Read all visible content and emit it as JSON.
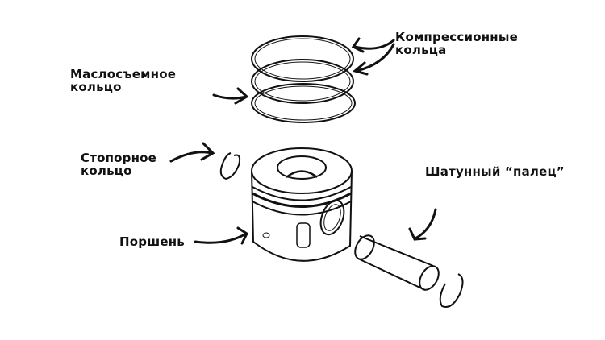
{
  "labels": {
    "compression_rings": [
      "Компрессионные",
      "кольца"
    ],
    "oil_ring": [
      "Маслосъемное",
      "кольцо"
    ],
    "retaining_ring": [
      "Стопорное",
      "кольцо"
    ],
    "piston_pin": "Шатунный “палец”",
    "piston": "Поршень"
  }
}
